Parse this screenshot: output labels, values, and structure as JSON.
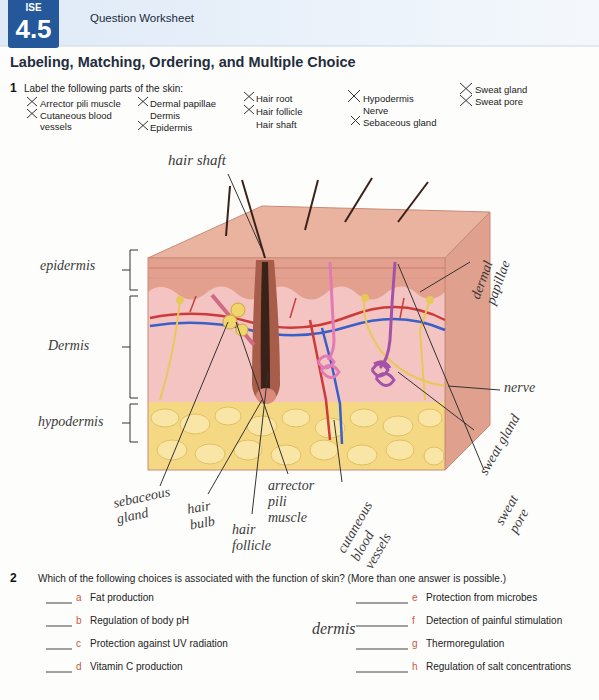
{
  "diagram": {
    "title": "Labeling, Matching, Ordering, and Multiple Choice",
    "nodes": [
      {
        "text": [
          "ISE",
          "4.5"
        ]
      },
      {
        "text": [
          "Question Worksheet"
        ]
      }
    ],
    "labels": [
      "1",
      "Label the following parts of the skin:",
      "Arrector pili muscle",
      "Cutaneous blood vessels",
      "Dermal papillae",
      "Dermis",
      "Epidermis",
      "Hair root",
      "Hair follicle",
      "Hair shaft",
      "Hypodermis",
      "Nerve",
      "Sebaceous gland",
      "Sweat gland",
      "Sweat pore",
      "hair shaft",
      "epidermis",
      "Dermis",
      "hypodermis",
      "dermal papillae",
      "nerve",
      "sweat gland",
      "sweat pore",
      "sebaceous gland",
      "hair bulb",
      "hair follicle",
      "arrector pili muscle",
      "cutaneous blood vessels",
      "2",
      "Which of the following choices is associated with the function of skin? (More than one answer is possible.)",
      "a",
      "Fat production",
      "b",
      "Regulation of body pH",
      "c",
      "Protection against UV radiation",
      "d",
      "Vitamin C production",
      "e",
      "Protection from microbes",
      "f",
      "Detection of painful stimulation",
      "g",
      "Thermoregulation",
      "h",
      "Regulation of salt concentrations",
      "dermis"
    ]
  }
}
